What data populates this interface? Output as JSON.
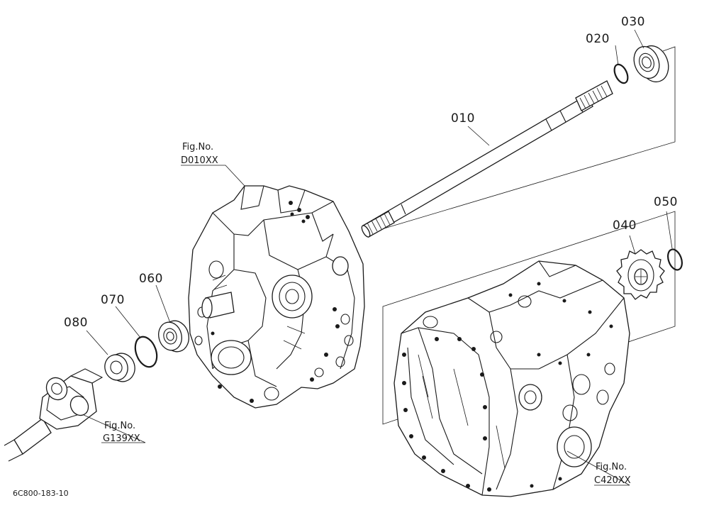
{
  "parts": [
    {
      "id": "p010",
      "number": "010",
      "name": "shaft"
    },
    {
      "id": "p020",
      "number": "020",
      "name": "snap-ring"
    },
    {
      "id": "p030",
      "number": "030",
      "name": "ball-bearing"
    },
    {
      "id": "p040",
      "number": "040",
      "name": "gear"
    },
    {
      "id": "p050",
      "number": "050",
      "name": "snap-ring"
    },
    {
      "id": "p060",
      "number": "060",
      "name": "ball-bearing"
    },
    {
      "id": "p070",
      "number": "070",
      "name": "snap-ring"
    },
    {
      "id": "p080",
      "number": "080",
      "name": "oil-seal"
    }
  ],
  "figure_refs": [
    {
      "id": "ref_d010",
      "label": "Fig.No.",
      "code": "D010XX"
    },
    {
      "id": "ref_g139",
      "label": "Fig.No.",
      "code": "G139XX"
    },
    {
      "id": "ref_c420",
      "label": "Fig.No.",
      "code": "C420XX"
    }
  ],
  "drawing_code": "6C800-183-10"
}
